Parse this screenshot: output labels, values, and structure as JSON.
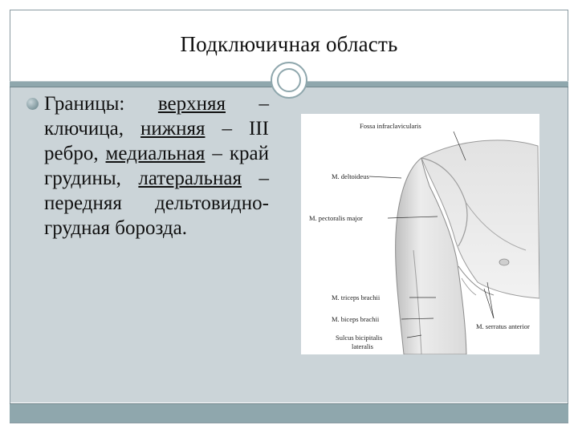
{
  "slide": {
    "title": "Подключичная область",
    "bullet": {
      "p1": "Границы: ",
      "p2": "верхняя",
      "p3": " – ключица, ",
      "p4": "нижняя",
      "p5": " – III ребро, ",
      "p6": "медиальная",
      "p7": " – край грудины, ",
      "p8": "латеральная",
      "p9": " – передняя дельтовидно-грудная борозда."
    }
  },
  "figure": {
    "labels": {
      "fossa": "Fossa infraclavicularis",
      "deltoid": "M. deltoideus",
      "pectoralis": "M. pectoralis major",
      "triceps": "M. triceps brachii",
      "biceps": "M. biceps brachii",
      "sulcus1": "Sulcus bicipitalis",
      "sulcus2": "lateralis",
      "serratus": "M. serratus anterior"
    }
  },
  "colors": {
    "accent": "#8fa7ad",
    "content_bg": "#cbd4d8"
  }
}
